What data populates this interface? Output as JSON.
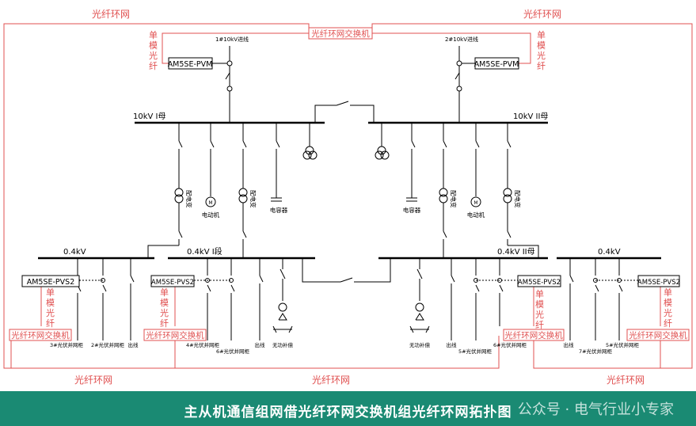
{
  "ring_label": "光纤环网",
  "switch_label": "光纤环网交换机",
  "single_mode_fiber": "单模光纤",
  "incoming": {
    "line1": "1#10kV进线",
    "line2": "2#10kV进线"
  },
  "protection_units": {
    "pvm": "AM5SE-PVM",
    "pvs2": "AM5SE-PVS2"
  },
  "buses": {
    "hv1": "10kV I母",
    "hv2": "10kV II母",
    "lv_a": "0.4kV",
    "lv_b": "0.4kV I段",
    "lv_c": "0.4kV II母",
    "lv_d": "0.4kV"
  },
  "loads": {
    "dist_transformer": "配电变",
    "motor": "电动机",
    "capacitor": "电容器",
    "motor_symbol": "M"
  },
  "lv_feeders": {
    "pv_grid_3": "3#光伏并网柜",
    "pv_grid_2": "2#光伏并网柜",
    "outgoing": "出线",
    "pv_grid_4": "4#光伏并网柜",
    "pv_grid_6": "6#光伏并网柜",
    "reactive_comp": "无功补偿",
    "pv_grid_5": "5#光伏并网柜",
    "pv_grid_7": "7#光伏并网柜"
  },
  "footer": {
    "title": "主从机通信组网借光纤环网交换机组光纤环网拓扑图",
    "watermark": "公众号 · 电气行业小专家"
  },
  "colors": {
    "fiber": "#e05050",
    "line": "#000000",
    "footer_bg": "#1a8a73"
  }
}
